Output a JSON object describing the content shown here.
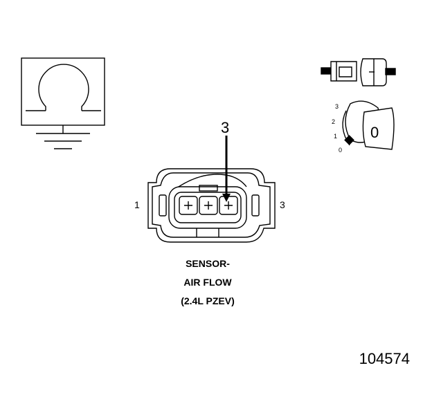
{
  "connector": {
    "callout_label": "3",
    "pin_left": "1",
    "pin_right": "3"
  },
  "caption": {
    "line1": "SENSOR-",
    "line2": "AIR FLOW",
    "line3": "(2.4L PZEV)"
  },
  "ignition": {
    "pos3": "3",
    "pos2": "2",
    "pos1": "1",
    "pos0": "0",
    "key_position": "0"
  },
  "reference_number": "104574"
}
